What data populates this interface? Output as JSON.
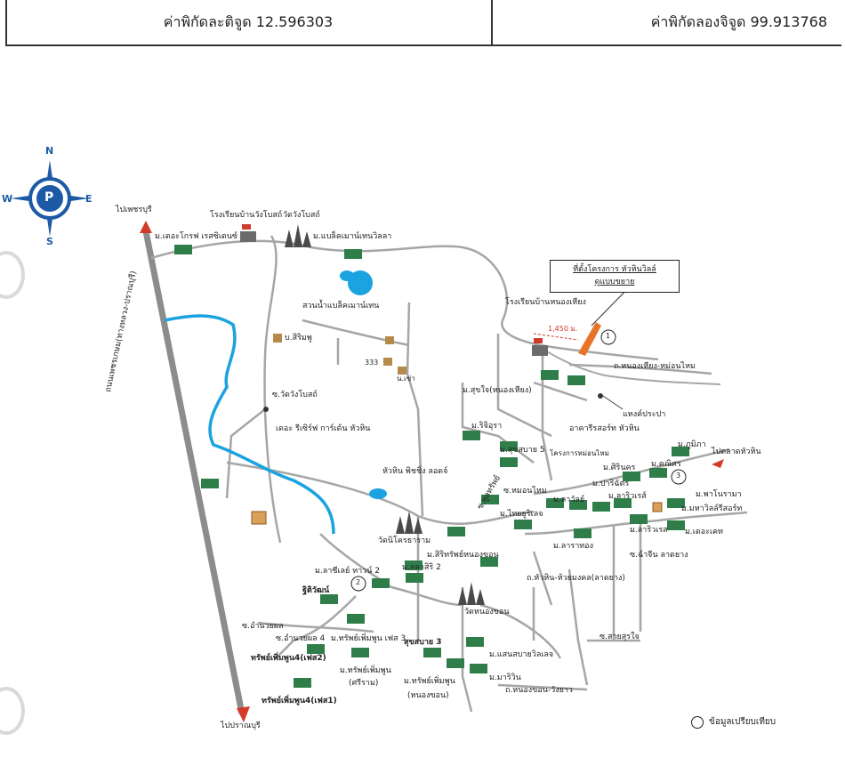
{
  "coordinates": {
    "latitude_label": "ค่าพิกัดละติจูด 12.596303",
    "longitude_label": "ค่าพิกัดลองจิจูด 99.913768"
  },
  "compass": {
    "n": "N",
    "s": "S",
    "e": "E",
    "w": "W",
    "logo": "P"
  },
  "callout": {
    "line1": "ที่ตั้งโครงการ หัวหินวิลล์",
    "line2": "ดูแบบขยาย"
  },
  "labels": {
    "to_phetchaburi": "ไปเพชรบุรี",
    "to_pranburi": "ไปปราณบุรี",
    "to_hua_hin_market": "ไปตลาดหัวหิน",
    "highway": "ถนนเพชรเกษม(ทางหลวง-ปราณบุรี)",
    "school_wangpong": "โรงเรียนบ้านวังโบสถ์",
    "wat_wangpong": "วัดวังโบสถ์",
    "black_mountain": "ม.แบล็คเมาน์เทนวิลลา",
    "black_mountain_water_park": "สวนน้ำแบล็คเมาน์เทน",
    "sirimpu": "บ.สิริมพู",
    "school_nong_hieng": "โรงเรียนบ้านหนองเหียง",
    "distance": "1,450 ม.",
    "road_nong_hieng": "ถ.หนองเหียง-หม่อนไหม",
    "water_authority": "แทงค์ประปา",
    "apartment": "อาคารีรสอร์ท หัวหิน",
    "road_wat_wang": "ซ.วัดวังโบสถ์",
    "the_resort": "เดอะ รีเซิร์ฟ การ์เด้น หัวหิน",
    "hua_hin_pitching": "หัวหิน พิชชิ่ง ลอดจ์",
    "wat_nikhom": "วัดนิโครธาราม",
    "wat_nong_khon": "วัดหนองขอน",
    "road_hua_hin_huai": "ถ.หัวหิน-ห้วยมงคล(ลาดยาง)",
    "road_nong_khon": "ถ.หนองขอน-วังยาว",
    "road_am_wong": "ซ.อำนวยผล",
    "road_am_wong_4": "ซ.อำนวยผล 4",
    "road_chamuen": "ซ.ฉำจีน ลาดยาง",
    "road_mai": "ซ.สายสุรใจ",
    "road_nong_khon_main": "ซ.หมอนไหม",
    "road_suk_yu": "ซ.พูลทรัพย์",
    "sup_phon_phun_2": "ทรัพย์เพิ่มพูน4(เฟส2)",
    "sup_phon_phun_1": "ทรัพย์เพิ่มพูน4(เฟส1)",
    "sup_phon_phun_3": "ม.ทรัพย์เพิ่มพูน เฟส 3",
    "sup_phon_phun_sriram": "ม.ทรัพย์เพิ่มพูน",
    "sriram": "(ศรีราม)",
    "sup_phon_phun_nk": "ม.ทรัพย์เพิ่มพูน",
    "nong_khon": "(หนองขอน)",
    "sukhsabai_3": "สุขสบาย 3",
    "ruttiwat": "ฐิติวัฒน์",
    "baan_maliwan": "ม.มาริวิน",
    "sansabai": "ม.แสนสบายวิลเลจ",
    "siri_sap": "ม.สิริทรัพย์หนองขอน",
    "lasiri_2": "ม.ลลาสิริ 2",
    "lasiri_town": "ม.ลาซีเลย์ ทาวน์ 2",
    "suk_jai": "ม.สุขใจ(หนองเหียง)",
    "ruji": "ม.ริจิอุรา",
    "sukhsabai_5": "ม.สุขสบาย 5",
    "project_mon": "โครงการหม่อนไหม",
    "thai": "ม.ไทยยูริเลจ",
    "siri": "ม.ศิรินคร",
    "bhumi": "ม.ภูมิภา",
    "kanit": "ม.คณิศร",
    "lakeview": "ม.ลาวัลย์",
    "lariewa": "ม.ลาริวเรส์",
    "pa": "ม.ปาริฉัตร",
    "panthip": "ม.พาโนรามา",
    "mahawan": "ม.มหาวิลล์รีสอร์ท",
    "dekatek": "ม.เดอะเคท",
    "lariewa2": "ม.ลาริวเรส",
    "laraya": "ม.ลาราทอง",
    "cape_green": "ม.เดอะโกรฟ เรสซิเดนซ์",
    "n333": "333",
    "chao": "น.เข่า",
    "circle1": "1",
    "circle2": "2",
    "circle3": "3"
  },
  "legend": {
    "label": "ข้อมูลเปรียบเทียบ"
  },
  "colors": {
    "road": "#a6a6a6",
    "highway": "#8c8c8c",
    "river": "#1aa3e0",
    "pond": "#1aa3e0",
    "project": "#e8742a",
    "marker_red": "#d23a2a",
    "compass_blue": "#1d5aa6",
    "house": "#2f7e4a"
  }
}
